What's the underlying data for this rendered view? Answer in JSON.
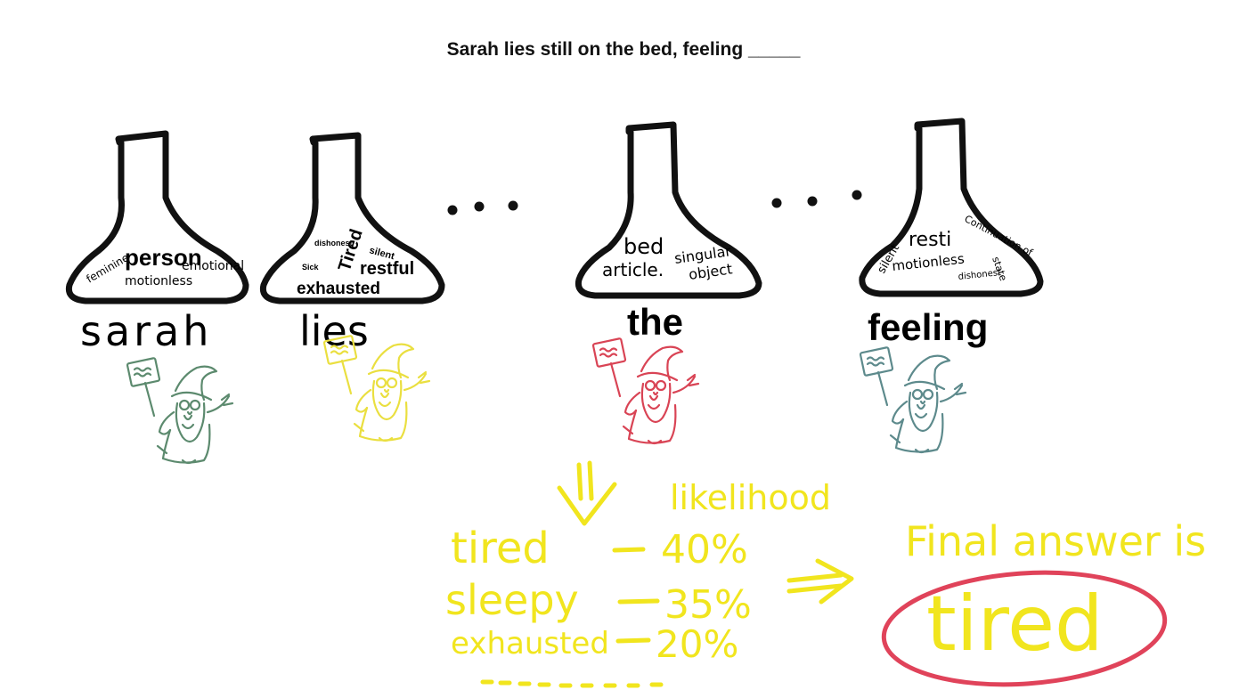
{
  "sentence": "Sarah lies still on the bed, feeling _____",
  "colors": {
    "ink": "#111111",
    "highlight": "#f1e51e",
    "circle": "#e0435a",
    "wizard_sarah": "#5c8a6e",
    "wizard_lies": "#eadf40",
    "wizard_the": "#d94455",
    "wizard_feeling": "#5d8a8c"
  },
  "tokens": [
    {
      "word": "sarah",
      "features": [
        "feminine",
        "person",
        "emotional",
        "motionless"
      ]
    },
    {
      "word": "lies",
      "features": [
        "dishonest",
        "Tired",
        "silent",
        "Sick",
        "restful",
        "exhausted"
      ]
    },
    {
      "word": "the",
      "features": [
        "bed",
        "article.",
        "singular",
        "object"
      ]
    },
    {
      "word": "feeling",
      "features": [
        "silent",
        "resti",
        "motionless",
        "Continuation of",
        "state",
        "dishonest"
      ]
    }
  ],
  "ellipsis_icon": "dots-icon",
  "prediction": {
    "arrow_icon": "down-arrow-icon",
    "header": "likelihood",
    "candidates": [
      {
        "word": "tired",
        "likelihood": "40%",
        "value": 40
      },
      {
        "word": "sleepy",
        "likelihood": "35%",
        "value": 35
      },
      {
        "word": "exhausted",
        "likelihood": "20%",
        "value": 20
      }
    ],
    "more_icon": "dashed-line-icon"
  },
  "result": {
    "implies_icon": "double-arrow-icon",
    "label": "Final answer is",
    "answer": "tired"
  }
}
